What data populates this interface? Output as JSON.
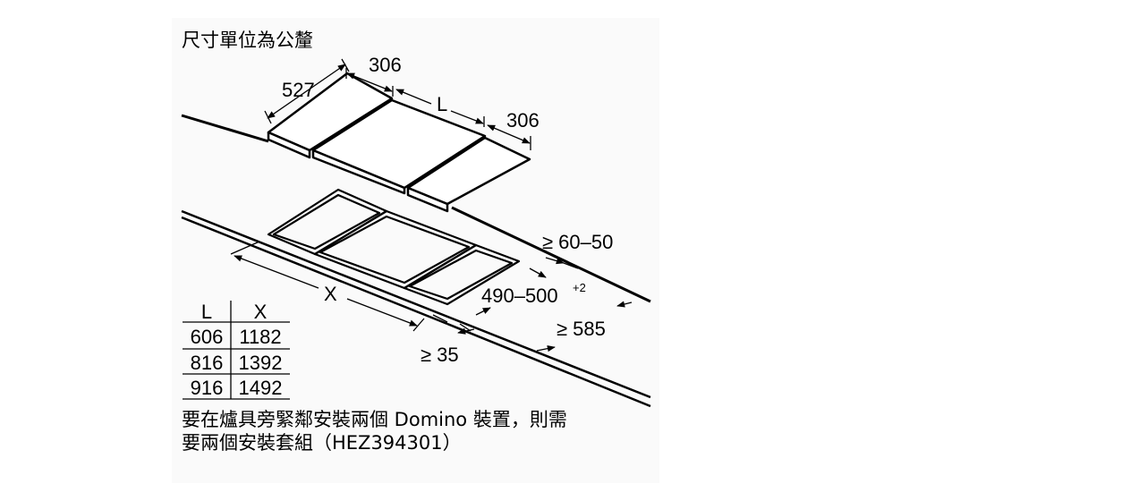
{
  "title": "尺寸單位為公釐",
  "dimensions": {
    "depth": "527",
    "width_left": "306",
    "length": "L",
    "width_right": "306",
    "gap_back": "≥ 60–50",
    "cutout_depth": "490–500",
    "cutout_depth_sup": "+2",
    "cutout_length": "X",
    "worktop_depth": "≥ 585",
    "gap_front": "≥ 35"
  },
  "table": {
    "headers": [
      "L",
      "X"
    ],
    "rows": [
      [
        "606",
        "1182"
      ],
      [
        "816",
        "1392"
      ],
      [
        "916",
        "1492"
      ]
    ]
  },
  "note": {
    "line1": "要在爐具旁緊鄰安裝兩個 Domino 裝置，則需",
    "line2": "要兩個安裝套組（HEZ394301）"
  }
}
